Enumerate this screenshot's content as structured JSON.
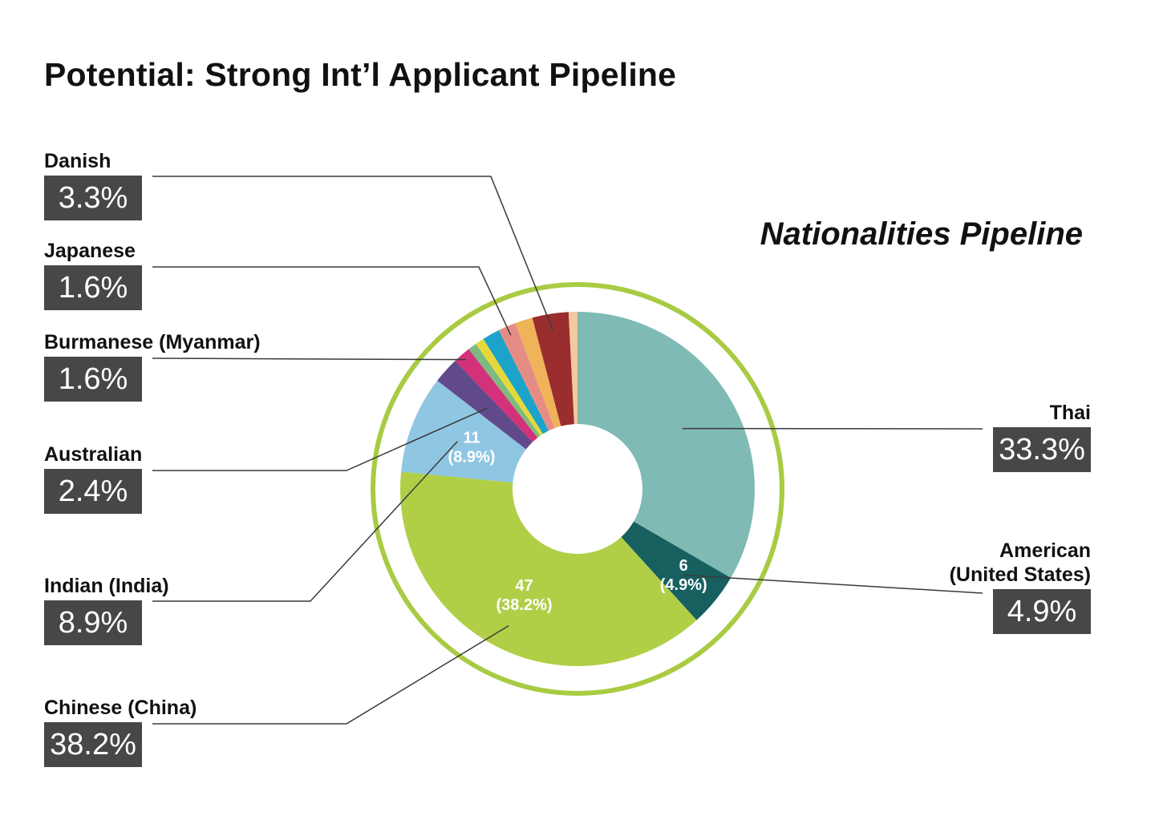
{
  "title": "Potential: Strong Int’l Applicant Pipeline",
  "subtitle": "Nationalities Pipeline",
  "chart_data": {
    "type": "pie",
    "donut": true,
    "slices": [
      {
        "key": "thai",
        "label": "Thai",
        "value": 33.3,
        "color": "#7fbab5"
      },
      {
        "key": "american",
        "label": "American (United States)",
        "value": 4.9,
        "color": "#17605f"
      },
      {
        "key": "chinese",
        "label": "Chinese (China)",
        "value": 38.2,
        "color": "#b0cf47"
      },
      {
        "key": "indian",
        "label": "Indian (India)",
        "value": 8.9,
        "color": "#8fc6e2"
      },
      {
        "key": "australian",
        "label": "Australian",
        "value": 2.4,
        "color": "#614a8b"
      },
      {
        "key": "burmanese",
        "label": "Burmanese (Myanmar)",
        "value": 1.6,
        "color": "#d3317a"
      },
      {
        "key": "other_a",
        "label": "",
        "value": 0.8,
        "color": "#7dba7e"
      },
      {
        "key": "other_b",
        "label": "",
        "value": 0.8,
        "color": "#e5d939"
      },
      {
        "key": "other_c",
        "label": "",
        "value": 1.6,
        "color": "#1ca3c9"
      },
      {
        "key": "japanese",
        "label": "Japanese",
        "value": 1.6,
        "color": "#e58d85"
      },
      {
        "key": "other_d",
        "label": "",
        "value": 1.6,
        "color": "#efb35a"
      },
      {
        "key": "danish",
        "label": "Danish",
        "value": 3.3,
        "color": "#9a2e2e"
      },
      {
        "key": "other_e",
        "label": "",
        "value": 0.8,
        "color": "#f4c8a0"
      }
    ],
    "inner_labels": [
      {
        "slice": "american",
        "count": "6",
        "pct": "(4.9%)"
      },
      {
        "slice": "chinese",
        "count": "47",
        "pct": "(38.2%)"
      },
      {
        "slice": "indian",
        "count": "11",
        "pct": "(8.9%)"
      }
    ],
    "ring_color": "#a9cb43",
    "leader_color": "#3a3a3a"
  },
  "callouts": {
    "danish": {
      "name": "Danish",
      "pct": "3.3%"
    },
    "japanese": {
      "name": "Japanese",
      "pct": "1.6%"
    },
    "burmanese": {
      "name": "Burmanese (Myanmar)",
      "pct": "1.6%"
    },
    "australian": {
      "name": "Australian",
      "pct": "2.4%"
    },
    "indian": {
      "name": "Indian (India)",
      "pct": "8.9%"
    },
    "chinese": {
      "name": "Chinese (China)",
      "pct": "38.2%"
    },
    "thai": {
      "name": "Thai",
      "pct": "33.3%"
    },
    "american": {
      "name_line1": "American",
      "name_line2": "(United States)",
      "pct": "4.9%"
    }
  }
}
